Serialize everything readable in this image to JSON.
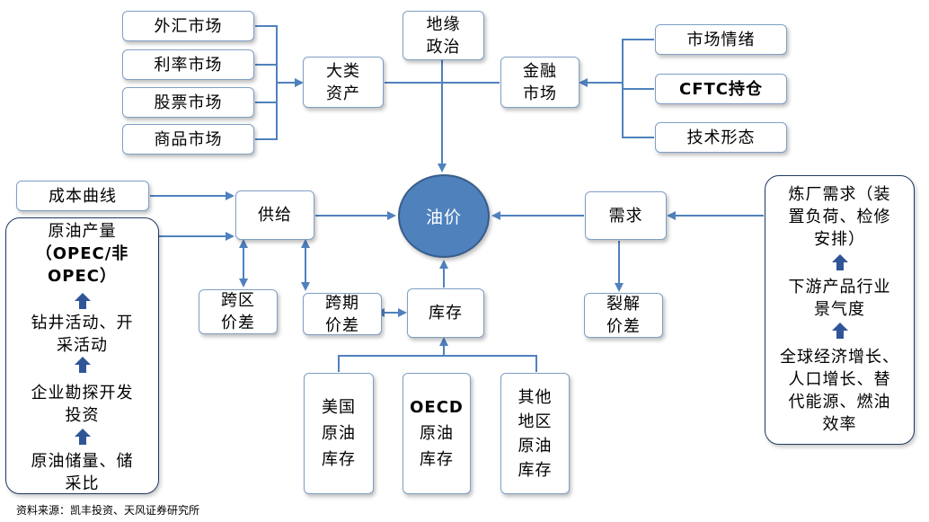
{
  "center": "油价",
  "asset_markets": [
    "外汇市场",
    "利率市场",
    "股票市场",
    "商品市场"
  ],
  "big_assets": [
    "大类",
    "资产"
  ],
  "geopolitics": [
    "地缘",
    "政治"
  ],
  "financial_market": [
    "金融",
    "市场"
  ],
  "financial_factors": [
    "市场情绪",
    "CFTC持仓",
    "技术形态"
  ],
  "cost_curve": "成本曲线",
  "supply": "供给",
  "demand": "需求",
  "regional_spread": [
    "跨区",
    "价差"
  ],
  "calendar_spread": [
    "跨期",
    "价差"
  ],
  "inventory": "库存",
  "crack_spread": [
    "裂解",
    "价差"
  ],
  "inventories": {
    "us": [
      "美国",
      "原油",
      "库存"
    ],
    "oecd": [
      "OECD",
      "原油",
      "库存"
    ],
    "other": [
      "其他",
      "地区",
      "原油",
      "库存"
    ]
  },
  "supply_chain": {
    "production": [
      "原油产量",
      "（OPEC/非",
      "OPEC）"
    ],
    "drilling": [
      "钻井活动、开",
      "采活动"
    ],
    "investment": [
      "企业勘探开发",
      "投资"
    ],
    "reserves": [
      "原油储量、储",
      "采比"
    ]
  },
  "demand_chain": {
    "refinery": [
      "炼厂需求（装",
      "置负荷、检修",
      "安排）"
    ],
    "downstream": [
      "下游产品行业",
      "景气度"
    ],
    "macro": [
      "全球经济增长、",
      "人口增长、替",
      "代能源、燃油",
      "效率"
    ]
  },
  "source": "资料来源：凯丰投资、天风证券研究所",
  "colors": {
    "line": "#4f81bd",
    "box_border": "#7f9fc6",
    "panel_border": "#1f3864",
    "center_fill": "#4f81bd",
    "up_arrow": "#2f5597"
  }
}
